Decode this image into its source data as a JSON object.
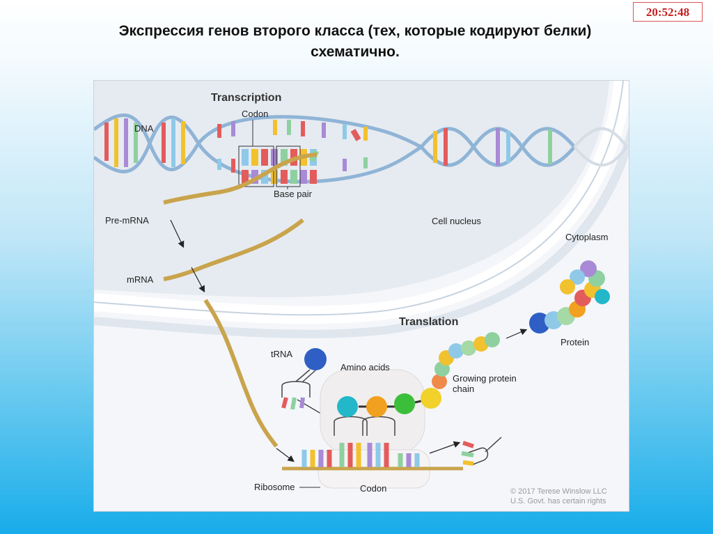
{
  "clock": "20:52:48",
  "title_line1": "Экспрессия генов второго класса (тех, которые кодируют белки)",
  "title_line2": "схематично.",
  "diagram": {
    "transcription": "Transcription",
    "codon_top": "Codon",
    "dna": "DNA",
    "base_pair": "Base pair",
    "pre_mrna": "Pre-mRNA",
    "mrna": "mRNA",
    "cell_nucleus": "Cell nucleus",
    "cytoplasm": "Cytoplasm",
    "translation": "Translation",
    "protein": "Protein",
    "trna": "tRNA",
    "amino_acids": "Amino acids",
    "growing_chain_1": "Growing protein",
    "growing_chain_2": "chain",
    "ribosome": "Ribosome",
    "codon_bottom": "Codon",
    "credit_1": "© 2017 Terese Winslow LLC",
    "credit_2": "U.S. Govt. has certain rights"
  },
  "colors": {
    "nucleus_membrane": "#c7d3df",
    "mrna_strand": "#c9a44d",
    "dna_backbone": "#8fb4d6",
    "amino_1": "#2f5fc4",
    "amino_2": "#22b7c9",
    "amino_3": "#f2a01f",
    "amino_4": "#3bbf3b",
    "amino_5": "#f1d12a"
  }
}
